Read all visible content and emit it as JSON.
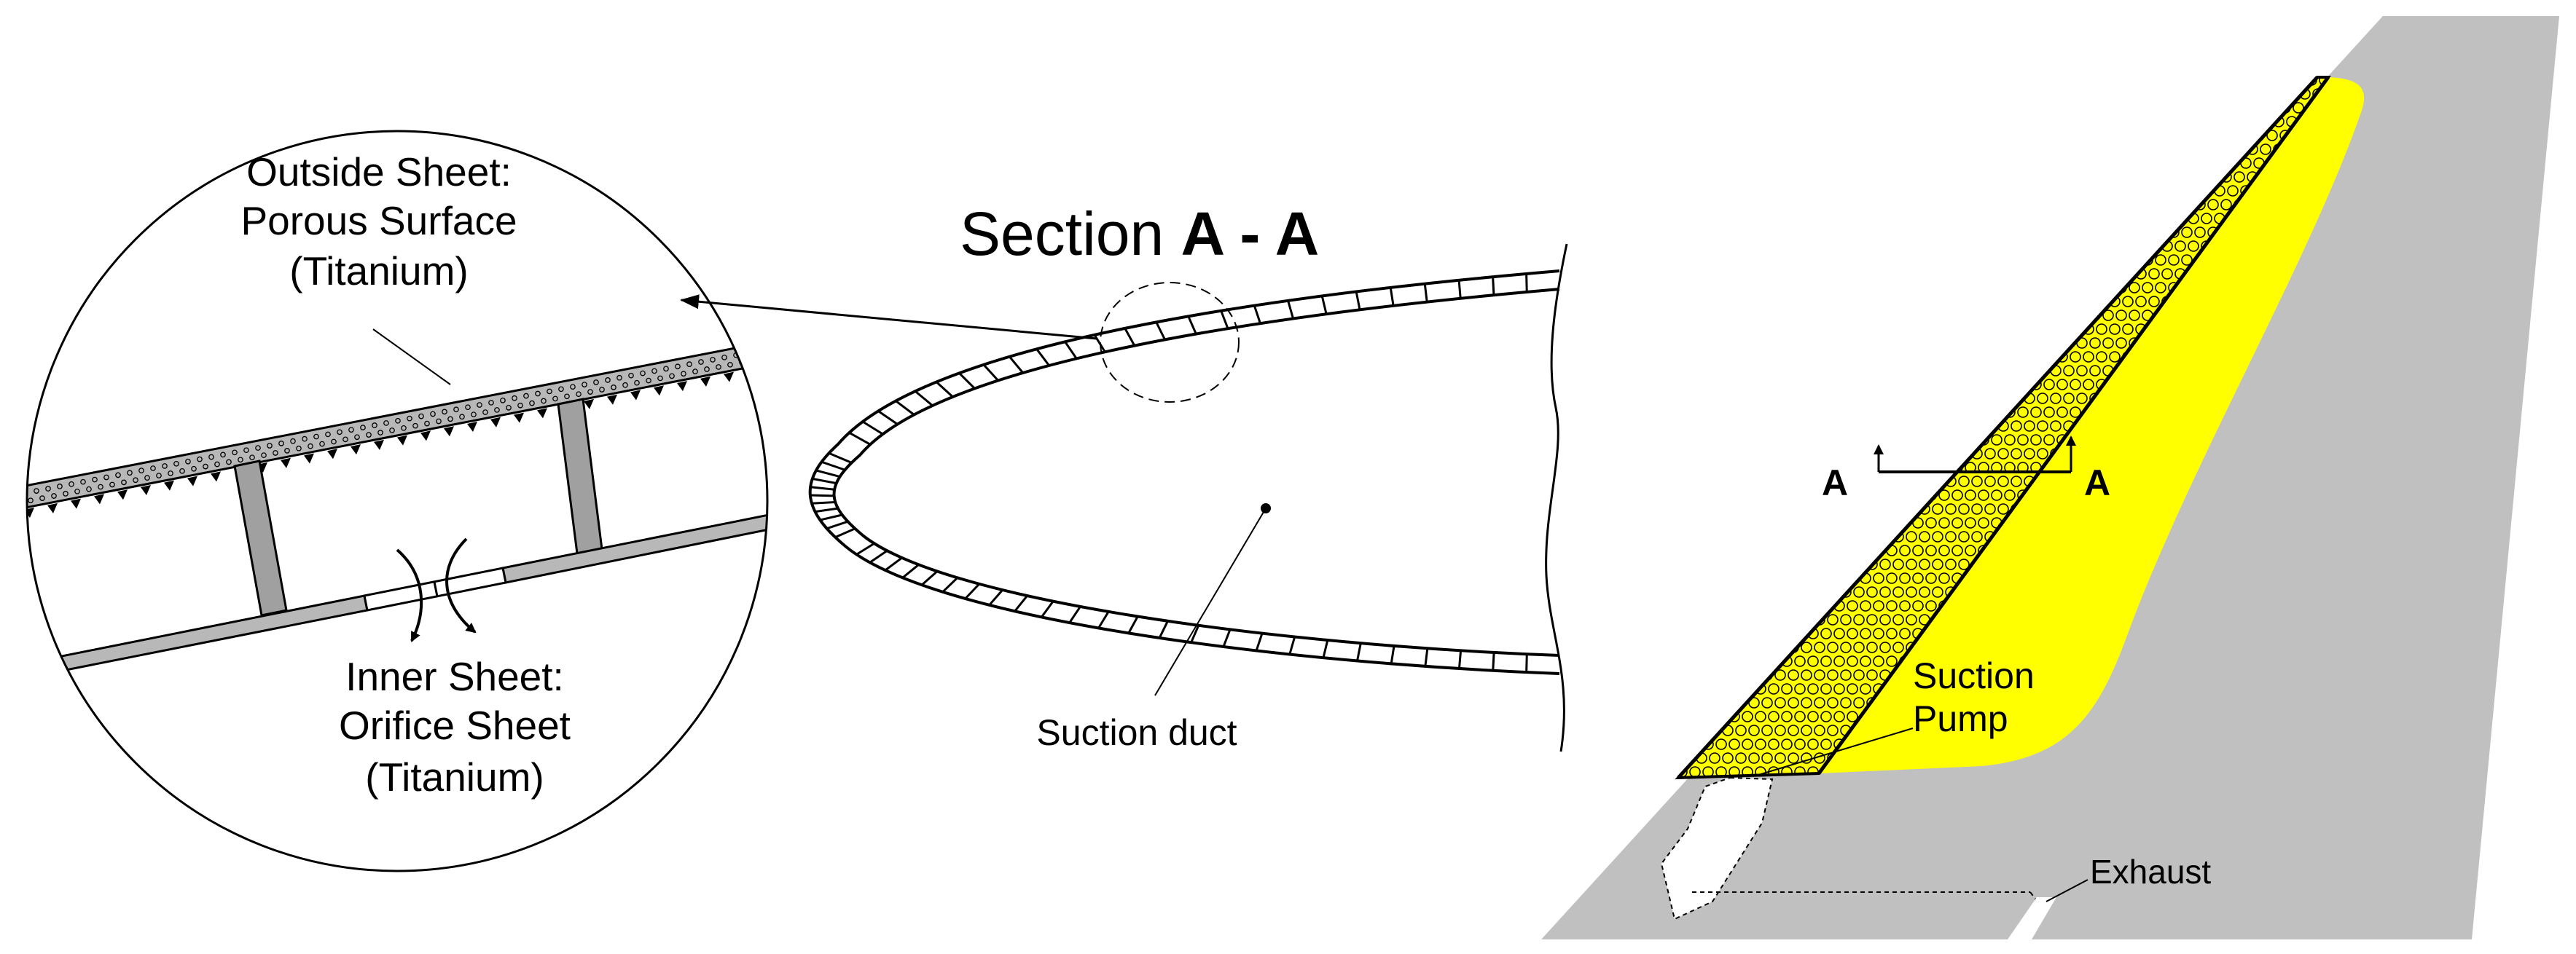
{
  "section_title": {
    "prefix": "Section ",
    "name": "A - A"
  },
  "detail_labels": {
    "outside_sheet_line1": "Outside Sheet:",
    "outside_sheet_line2": "Porous Surface",
    "outside_sheet_line3": "(Titanium)",
    "inner_sheet_line1": "Inner Sheet:",
    "inner_sheet_line2": "Orifice Sheet",
    "inner_sheet_line3": "(Titanium)"
  },
  "airfoil_labels": {
    "suction_duct": "Suction duct"
  },
  "wing_labels": {
    "section_marker_left": "A",
    "section_marker_right": "A",
    "suction_pump_line1": "Suction",
    "suction_pump_line2": "Pump",
    "exhaust": "Exhaust"
  },
  "colors": {
    "wing_gray": "#c0c0c0",
    "suction_yellow": "#ffff00",
    "outline": "#000000",
    "spar_gray": "#a0a0a0",
    "sheet_gray": "#b8b8b8"
  }
}
